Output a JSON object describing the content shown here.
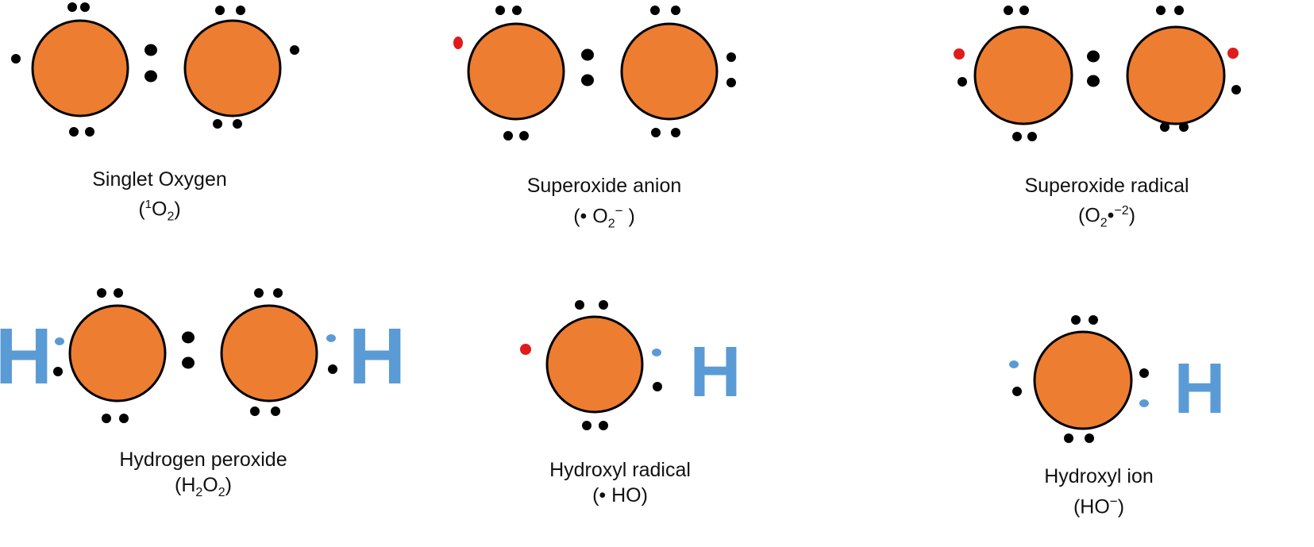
{
  "colors": {
    "atom_fill": "#ED7D31",
    "atom_stroke": "#000000",
    "electron": "#000000",
    "unpaired_electron": "#E01B1B",
    "hydrogen_electron": "#5B9BD5",
    "hydrogen_label": "#5B9BD5"
  },
  "hydrogen_symbol": "H",
  "molecules": [
    {
      "id": "singlet-oxygen",
      "name": "Singlet Oxygen",
      "formula": {
        "open": "(",
        "superscript": "1",
        "base": "O",
        "subscript": "2",
        "trailing": "",
        "close": ")"
      }
    },
    {
      "id": "superoxide-anion",
      "name": "Superoxide anion",
      "formula": {
        "open": "(",
        "dot": "•",
        "base": "O",
        "subscript": "2",
        "trailing": "−",
        "close": ")"
      }
    },
    {
      "id": "superoxide-radical",
      "name": "Superoxide radical",
      "formula": {
        "open": "(",
        "base": "O",
        "subscript": "2",
        "dot": "•",
        "trailing": "−2",
        "close": ")"
      }
    },
    {
      "id": "hydrogen-peroxide",
      "name": "Hydrogen peroxide",
      "formula": {
        "open": "(",
        "part1": "H",
        "sub1": "2",
        "part2": "O",
        "sub2": "2",
        "close": ")"
      }
    },
    {
      "id": "hydroxyl-radical",
      "name": "Hydroxyl radical",
      "formula": {
        "open": "(",
        "dot": "•",
        "base": "HO",
        "close": ")"
      }
    },
    {
      "id": "hydroxyl-ion",
      "name": "Hydroxyl ion",
      "formula": {
        "open": "(",
        "base": "HO",
        "trailing": "−",
        "close": ")"
      }
    }
  ]
}
